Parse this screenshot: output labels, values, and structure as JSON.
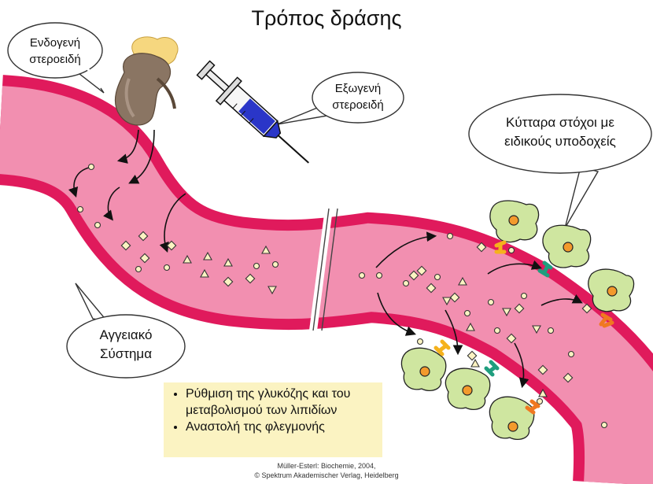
{
  "title": "Τρόπος δράσης",
  "labels": {
    "endogenous": [
      "Ενδογενή",
      "στεροειδή"
    ],
    "exogenous": [
      "Εξωγενή",
      "στεροειδή"
    ],
    "target_cells": [
      "Κύτταρα στόχοι με",
      "ειδικούς υποδοχείς"
    ],
    "vascular": [
      "Αγγειακό",
      "Σύστημα"
    ]
  },
  "effects": [
    "Ρύθμιση της γλυκόζης και του μεταβολισμού των λιπιδίων",
    "Αναστολή της φλεγμονής"
  ],
  "credit": {
    "line1": "Müller-Esterl: Biochemie, 2004,",
    "line2": "© Spektrum Akademischer Verlag, Heidelberg"
  },
  "colors": {
    "vessel_wall": "#e01a5c",
    "vessel_lumen": "#f28fb0",
    "cell": "#cfe6a0",
    "nucleus": "#f39a2c",
    "receptor_yellow": "#f5b21c",
    "receptor_green": "#1f9e7e",
    "receptor_orange": "#f07820",
    "syringe_fluid": "#2a36c8",
    "adrenal_gland": "#f6d77f",
    "kidney": "#8a7563",
    "effects_box": "#fbf3c2"
  },
  "icons": [
    "adrenal-kidney-icon",
    "syringe-icon",
    "target-cell-icon",
    "receptor-icon"
  ]
}
